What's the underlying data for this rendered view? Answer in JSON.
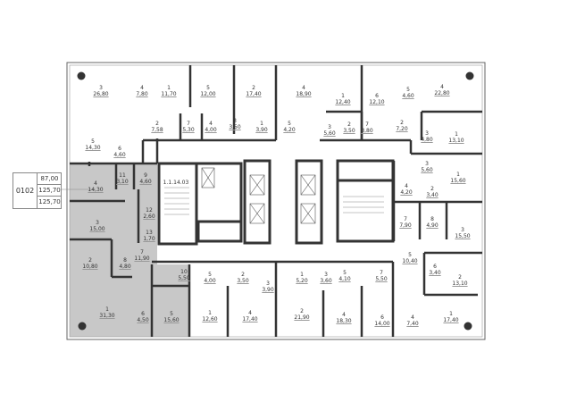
{
  "apartment_info": {
    "code": "0102",
    "values": [
      "87,00",
      "125,70",
      "125,70"
    ]
  },
  "stair_label": "1.1.14.03",
  "colors": {
    "selected_apartment": "#c8c8c8",
    "wall": "#333333",
    "outline": "#555555"
  },
  "rooms": [
    {
      "num": "3",
      "area": "26,80"
    },
    {
      "num": "4",
      "area": "7,80"
    },
    {
      "num": "1",
      "area": "11,70"
    },
    {
      "num": "2",
      "area": "7,58"
    },
    {
      "num": "7",
      "area": "5,30"
    },
    {
      "num": "4",
      "area": "4,00"
    },
    {
      "num": "5",
      "area": "14,30"
    },
    {
      "num": "6",
      "area": "4,60"
    },
    {
      "num": "5",
      "area": "12,00"
    },
    {
      "num": "2",
      "area": "17,40"
    },
    {
      "num": "3",
      "area": "3,50"
    },
    {
      "num": "1",
      "area": "3,90"
    },
    {
      "num": "4",
      "area": "18,90"
    },
    {
      "num": "1",
      "area": "12,40"
    },
    {
      "num": "5",
      "area": "4,20"
    },
    {
      "num": "3",
      "area": "5,60"
    },
    {
      "num": "2",
      "area": "3,50"
    },
    {
      "num": "6",
      "area": "12,10"
    },
    {
      "num": "5",
      "area": "4,60"
    },
    {
      "num": "4",
      "area": "22,80"
    },
    {
      "num": "7",
      "area": "3,80"
    },
    {
      "num": "2",
      "area": "7,20"
    },
    {
      "num": "3",
      "area": "4,80"
    },
    {
      "num": "1",
      "area": "13,10"
    },
    {
      "num": "3",
      "area": "5,60"
    },
    {
      "num": "1",
      "area": "15,60"
    },
    {
      "num": "4",
      "area": "4,20"
    },
    {
      "num": "2",
      "area": "3,40"
    },
    {
      "num": "7",
      "area": "7,90"
    },
    {
      "num": "8",
      "area": "4,90"
    },
    {
      "num": "3",
      "area": "15,50"
    },
    {
      "num": "5",
      "area": "10,40"
    },
    {
      "num": "6",
      "area": "3,40"
    },
    {
      "num": "2",
      "area": "13,10"
    },
    {
      "num": "1",
      "area": "17,40"
    },
    {
      "num": "4",
      "area": "7,40"
    },
    {
      "num": "6",
      "area": "14,00"
    },
    {
      "num": "4",
      "area": "18,30"
    },
    {
      "num": "7",
      "area": "5,50"
    },
    {
      "num": "5",
      "area": "4,10"
    },
    {
      "num": "3",
      "area": "3,60"
    },
    {
      "num": "1",
      "area": "5,20"
    },
    {
      "num": "2",
      "area": "21,90"
    },
    {
      "num": "3",
      "area": "3,90"
    },
    {
      "num": "2",
      "area": "3,50"
    },
    {
      "num": "4",
      "area": "17,40"
    },
    {
      "num": "1",
      "area": "12,60"
    },
    {
      "num": "5",
      "area": "4,00"
    },
    {
      "num": "10",
      "area": "5,50"
    },
    {
      "num": "4",
      "area": "14,30"
    },
    {
      "num": "11",
      "area": "3,10"
    },
    {
      "num": "9",
      "area": "4,60"
    },
    {
      "num": "12",
      "area": "2,60"
    },
    {
      "num": "3",
      "area": "15,00"
    },
    {
      "num": "13",
      "area": "1,70"
    },
    {
      "num": "2",
      "area": "10,80"
    },
    {
      "num": "8",
      "area": "4,80"
    },
    {
      "num": "7",
      "area": "11,90"
    },
    {
      "num": "1",
      "area": "31,30"
    },
    {
      "num": "6",
      "area": "4,50"
    },
    {
      "num": "5",
      "area": "15,60"
    }
  ]
}
